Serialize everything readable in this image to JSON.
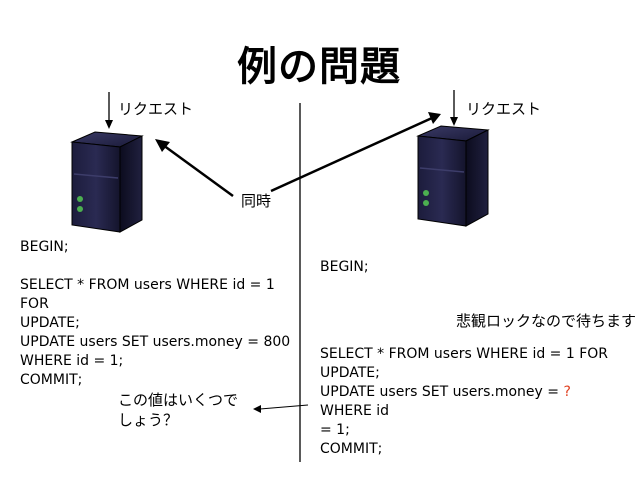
{
  "title": "例の問題",
  "left": {
    "request_label": "リクエスト",
    "code_lines": [
      "BEGIN;",
      "",
      "SELECT * FROM users WHERE id = 1 FOR",
      "UPDATE;",
      "UPDATE users SET users.money = 800",
      "WHERE id = 1;",
      "COMMIT;"
    ]
  },
  "center": {
    "simultaneous_label": "同時",
    "question_line1": "この値はいくつで",
    "question_line2": "しょう？"
  },
  "right": {
    "request_label": "リクエスト",
    "begin": "BEGIN;",
    "wait_note": "悲観ロックなので待ちます",
    "select_line1": "SELECT * FROM users WHERE id = 1 FOR",
    "select_line2": "UPDATE;",
    "update_prefix": "UPDATE users SET users.money = ",
    "update_value": "?",
    "update_suffix": " WHERE id",
    "update_line2": "= 1;",
    "commit": "COMMIT;"
  },
  "colors": {
    "server_body": "#15152e",
    "server_led": "#4caf50",
    "question_mark": "#e04020"
  }
}
